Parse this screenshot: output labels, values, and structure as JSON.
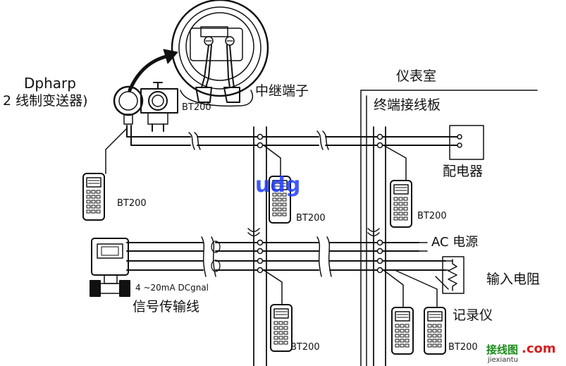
{
  "labels": {
    "transmitter_name": "Dpharp",
    "transmitter_desc": "2 线制变送器)",
    "relay_terminal": "中继端子",
    "instrument_room": "仪表室",
    "terminal_board": "终端接线板",
    "distributor": "配电器",
    "ac_power": "AC 电源",
    "input_resistor": "输入电阻",
    "recorder": "记录仪",
    "signal_line": "信号传输线",
    "signal_spec": "4 ~20mA DCgnal",
    "bt200": "BT200",
    "center_overlay": "udg"
  },
  "watermark": {
    "site_cn": "接线图",
    "dot_com": ".com",
    "site_en": "jiexiantu"
  },
  "colors": {
    "line": "#111111",
    "overlay_blue": "#1e3cff",
    "watermark_green": "#1a8a1a",
    "watermark_red": "#d81e1e"
  }
}
